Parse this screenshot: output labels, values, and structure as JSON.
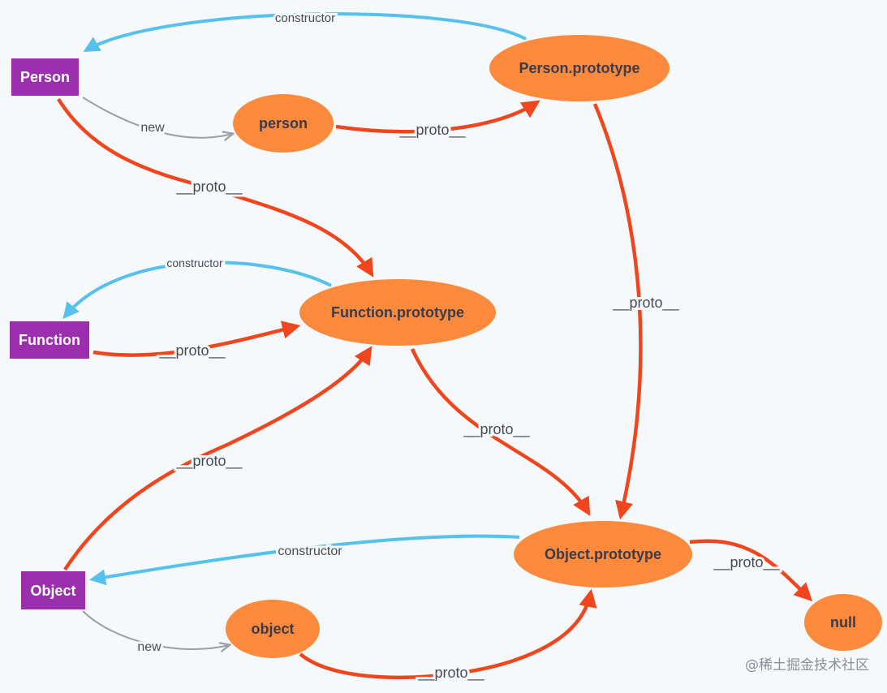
{
  "colors": {
    "background": "#f5f9fc",
    "function_box": "#9b2fae",
    "object_ellipse": "#fb8a3c",
    "proto_edge": "#f0461e",
    "constructor_edge": "#55c1ec",
    "new_edge": "#9aa0a6"
  },
  "nodes": {
    "person_fn": "Person",
    "function_fn": "Function",
    "object_fn": "Object",
    "person_inst": "person",
    "person_proto": "Person.prototype",
    "function_proto": "Function.prototype",
    "object_proto": "Object.prototype",
    "object_inst": "object",
    "null_node": "null"
  },
  "edges": {
    "person_constructor": "constructor",
    "person_new": "new",
    "person_inst_proto": "__proto__",
    "person_fn_proto": "__proto__",
    "person_proto_proto": "__proto__",
    "function_constructor": "constructor",
    "function_fn_proto": "__proto__",
    "function_proto_proto": "__proto__",
    "object_fn_proto": "__proto__",
    "object_constructor": "constructor",
    "object_proto_proto": "__proto__",
    "object_new": "new",
    "object_inst_proto": "__proto__"
  },
  "watermark": "@稀土掘金技术社区"
}
